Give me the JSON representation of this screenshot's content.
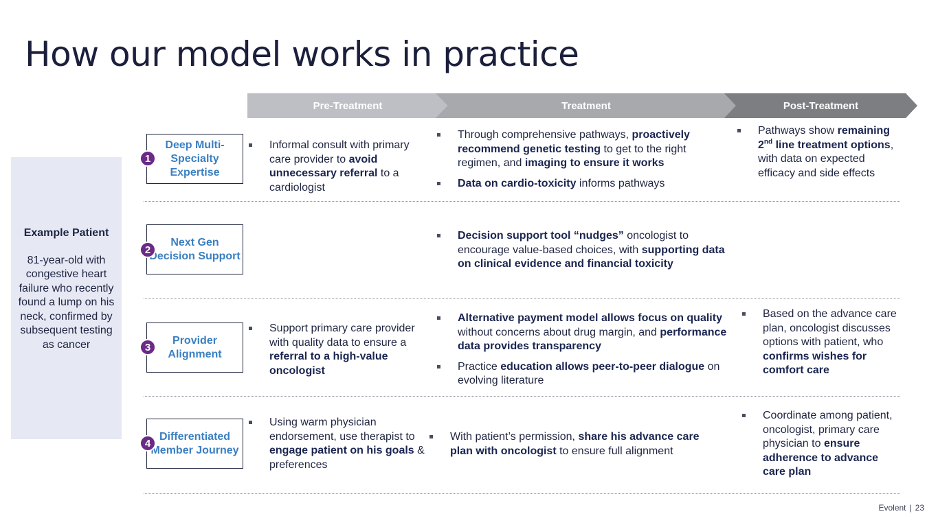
{
  "title": "How our model works in practice",
  "phases": {
    "pre": "Pre-Treatment",
    "treatment": "Treatment",
    "post": "Post-Treatment"
  },
  "patient": {
    "title": "Example Patient",
    "description": "81-year-old with congestive heart failure who recently found a lump on his neck, confirmed by subsequent testing as cancer"
  },
  "rows": [
    {
      "number": "1",
      "label": "Deep Multi-Specialty Expertise"
    },
    {
      "number": "2",
      "label": "Next Gen Decision Support"
    },
    {
      "number": "3",
      "label": "Provider Alignment"
    },
    {
      "number": "4",
      "label": "Differentiated Member Journey"
    }
  ],
  "cells": {
    "r1_pre": [
      "Informal consult with primary care provider to ",
      "avoid unnecessary referral",
      " to a cardiologist"
    ],
    "r1_tr_1": [
      "Through comprehensive pathways, ",
      "proactively recommend genetic testing",
      " to get to the right regimen, and ",
      "imaging to ensure it works"
    ],
    "r1_tr_2": [
      "Data on cardio-toxicity",
      " informs pathways"
    ],
    "r1_post": [
      "Pathways show ",
      "remaining 2",
      "nd",
      " line treatment options",
      ", with data on expected efficacy and side effects"
    ],
    "r2_tr": [
      "Decision support tool “nudges”",
      " oncologist to encourage value-based choices, with ",
      "supporting data on clinical evidence and financial toxicity"
    ],
    "r3_pre": [
      "Support primary care provider with quality data to ensure a ",
      "referral to a high-value oncologist"
    ],
    "r3_tr_1": [
      "Alternative payment model allows focus on quality",
      " without concerns about drug margin, and ",
      "performance data provides transparency"
    ],
    "r3_tr_2": [
      "Practice ",
      "education allows peer-to-peer dialogue",
      " on evolving literature"
    ],
    "r3_post": [
      "Based on the advance care plan, oncologist discusses options with patient, who ",
      "confirms wishes for comfort care"
    ],
    "r4_pre": [
      "Using warm physician endorsement, use therapist to ",
      "engage patient on his goals",
      " & preferences"
    ],
    "r4_tr": [
      "With patient’s permission, ",
      "share his advance care plan with oncologist",
      " to ensure full alignment"
    ],
    "r4_post": [
      "Coordinate among patient, oncologist, primary care physician to ",
      "ensure adherence to advance care plan"
    ]
  },
  "footer": {
    "brand": "Evolent",
    "separator": "|",
    "page": "23"
  }
}
